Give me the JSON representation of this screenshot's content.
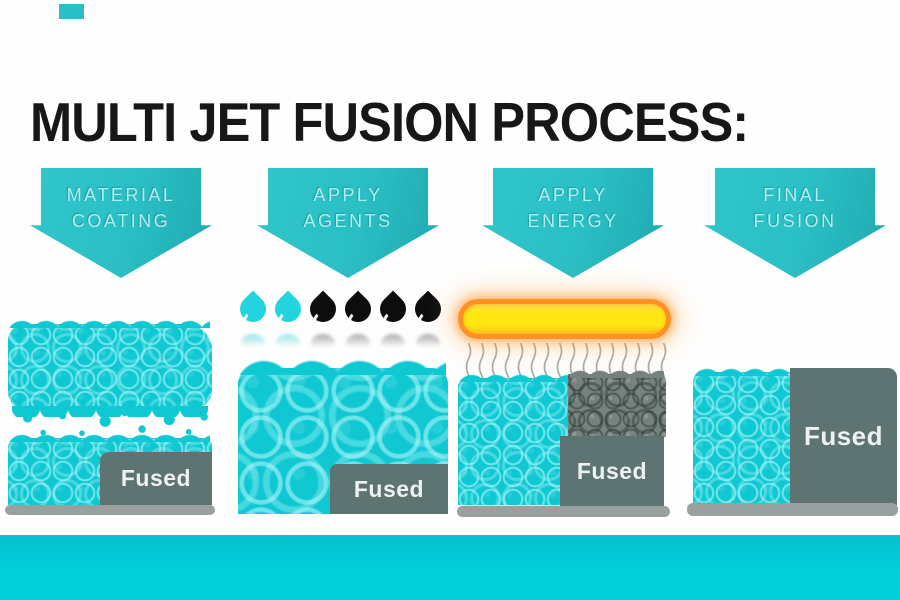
{
  "page": {
    "title": "MULTI JET FUSION PROCESS:"
  },
  "steps": [
    {
      "name": "material-coating",
      "line1": "MATERIAL",
      "line2": "COATING",
      "fused": "Fused"
    },
    {
      "name": "apply-agents",
      "line1": "APPLY",
      "line2": "AGENTS",
      "fused": "Fused"
    },
    {
      "name": "apply-energy",
      "line1": "APPLY",
      "line2": "ENERGY",
      "fused": "Fused"
    },
    {
      "name": "final-fusion",
      "line1": "FINAL",
      "line2": "FUSION",
      "fused": "Fused"
    }
  ],
  "droplets": {
    "teal_count": 2,
    "black_count": 4
  },
  "colors": {
    "title_text": "#171717",
    "arrow_teal": "#2abfc4",
    "arrow_text": "#aeeff1",
    "powder_teal": "#10c8d2",
    "gray_powder": "#75827f",
    "fused_block": "#5e7472",
    "fused_text": "#edf1f0",
    "baseline_gray": "#9aa09f",
    "heater_core": "#ffe812",
    "heater_rim": "#ff9022",
    "droplet_teal": "#23d3de",
    "droplet_black": "#0d0d0d",
    "bottom_band": "#00ced9"
  }
}
